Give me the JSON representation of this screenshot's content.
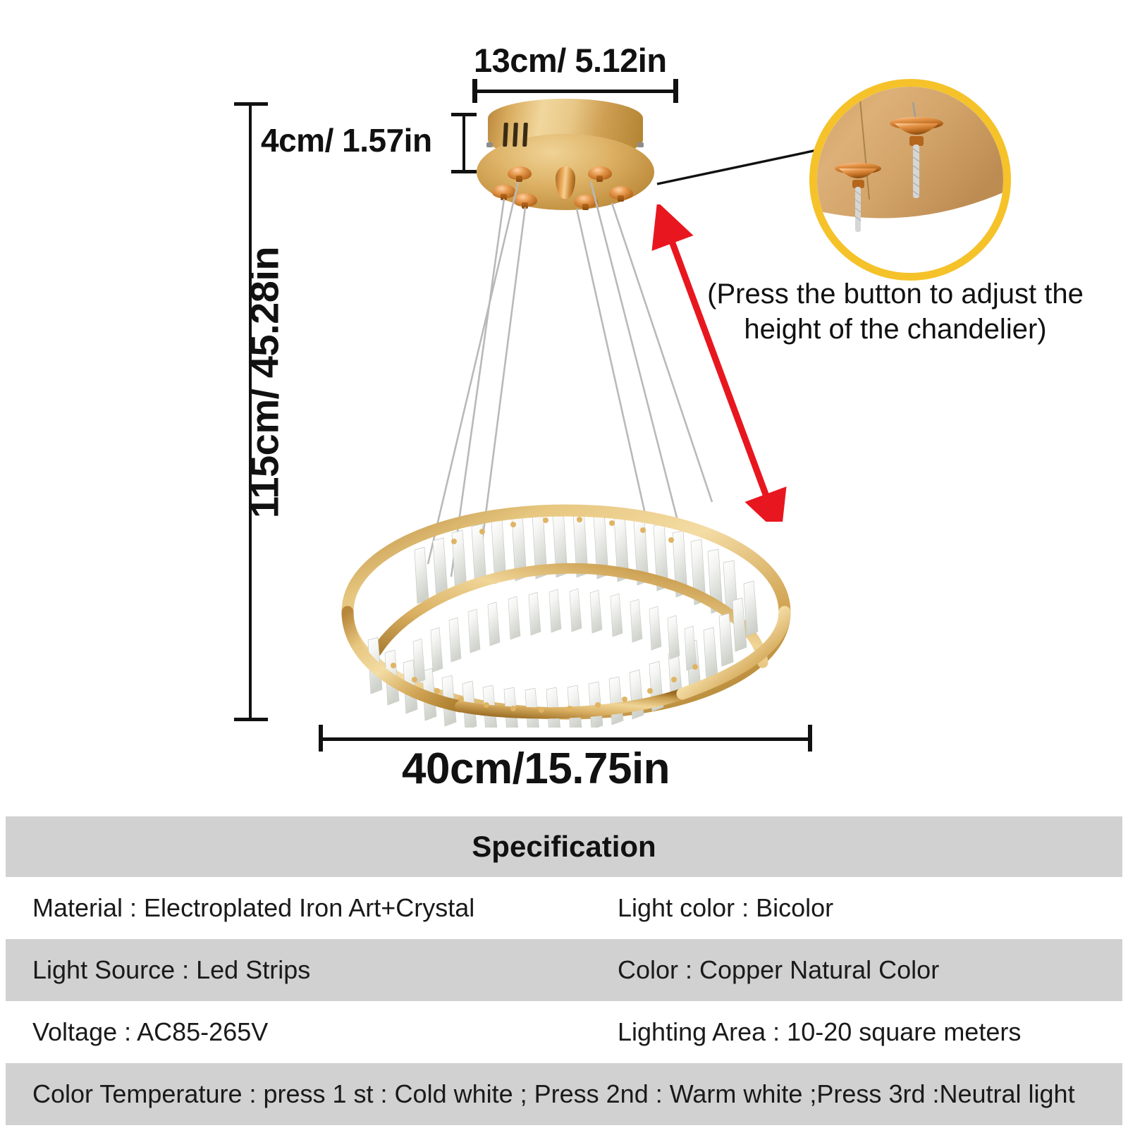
{
  "dimensions": {
    "canopy_width": "13cm/ 5.12in",
    "canopy_height": "4cm/ 1.57in",
    "total_height": "115cm/ 45.28in",
    "fixture_diameter": "40cm/15.75in"
  },
  "callout": {
    "note_line1": "(Press the button to adjust the",
    "note_line2": "height of the chandelier)",
    "arrow_color": "#e8171f",
    "inset_ring_color": "#f5c22a"
  },
  "product": {
    "metal_color": "#d9ab5f",
    "copper_color": "#c06f22"
  },
  "spec": {
    "title": "Specification",
    "band_color": "#d1d1d1",
    "rows": [
      {
        "left": "Material : Electroplated Iron Art+Crystal",
        "right": "Light color : Bicolor"
      },
      {
        "left": "Light Source :  Led Strips",
        "right": "Color : Copper Natural Color"
      },
      {
        "left": "Voltage : AC85-265V",
        "right": "Lighting Area : 10-20 square meters"
      }
    ],
    "final_row": "Color Temperature : press 1 st : Cold white ; Press 2nd : Warm white ;Press 3rd :Neutral light"
  }
}
